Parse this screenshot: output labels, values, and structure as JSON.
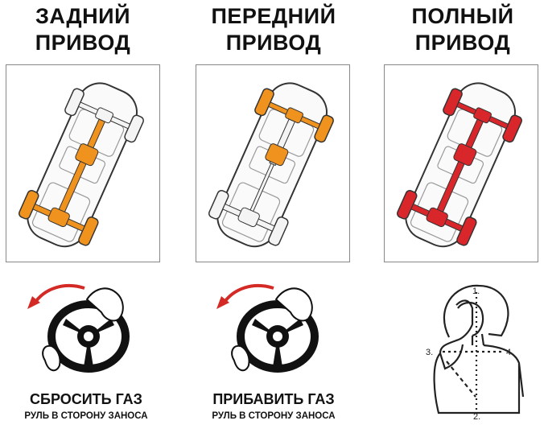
{
  "columns": [
    {
      "title_line1": "ЗАДНИЙ",
      "title_line2": "ПРИВОД",
      "drive": "rear",
      "color": "#f0921e",
      "action": "СБРОСИТЬ ГАЗ",
      "steer": "РУЛЬ В СТОРОНУ ЗАНОСА",
      "illustration": "steering-wheel"
    },
    {
      "title_line1": "ПЕРЕДНИЙ",
      "title_line2": "ПРИВОД",
      "drive": "front",
      "color": "#f0921e",
      "action": "ПРИБАВИТЬ ГАЗ",
      "steer": "РУЛЬ В СТОРОНУ ЗАНОСА",
      "illustration": "steering-wheel"
    },
    {
      "title_line1": "ПОЛНЫЙ",
      "title_line2": "ПРИВОД",
      "drive": "all",
      "color": "#d9262b",
      "illustration": "facepalm",
      "figure_labels": [
        "1.",
        "2.",
        "3.",
        "4."
      ]
    }
  ],
  "arrow_color": "#d42a25"
}
